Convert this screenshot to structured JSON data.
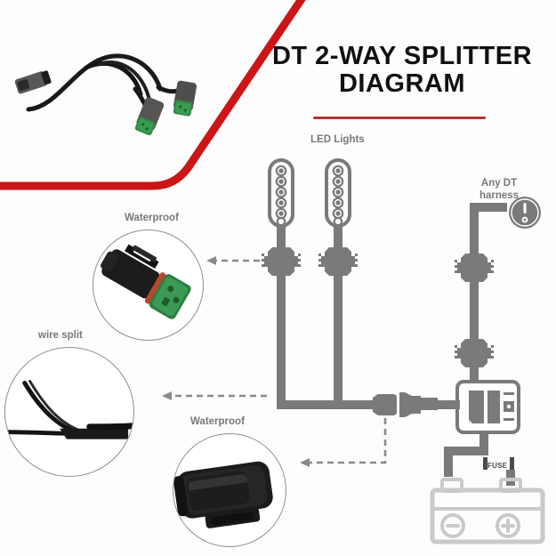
{
  "page": {
    "title_line1": "DT 2-WAY SPLITTER",
    "title_line2": "DIAGRAM",
    "accent_red": "#b3352c",
    "swoosh_red": "#cc1517",
    "wire_gray": "#7a7a7c",
    "label_gray": "#77787a",
    "battery_gray": "#c9c9c9"
  },
  "labels": {
    "led_lights": "LED Lights",
    "any_dt_harness": "Any DT\nharness",
    "any_dt_harness_line1": "Any DT",
    "any_dt_harness_line2": "harness",
    "waterproof_top": "Waterproof",
    "wire_split": "wire split",
    "waterproof_bottom": "Waterproof",
    "fuse": "FUSE",
    "battery_negative": "−",
    "battery_positive": "+"
  },
  "callouts": [
    {
      "name": "waterproof-top",
      "label": "Waterproof",
      "photo": "green-dt-connector"
    },
    {
      "name": "wire-split",
      "label": "wire split",
      "photo": "split-black-wire"
    },
    {
      "name": "waterproof-bottom",
      "label": "Waterproof",
      "photo": "black-dt-connector"
    }
  ],
  "diagram_parts": {
    "led_light_count": 2,
    "leds_per_light": 6,
    "connector_pairs": 5,
    "switch": "rocker-switch",
    "fuse": "inline-fuse",
    "battery": "12v-battery",
    "harness_plug": "round-dt-plug"
  },
  "product_photo": {
    "name": "dt-2-way-splitter-cable",
    "description": "black splitter cable with green DT connectors"
  }
}
